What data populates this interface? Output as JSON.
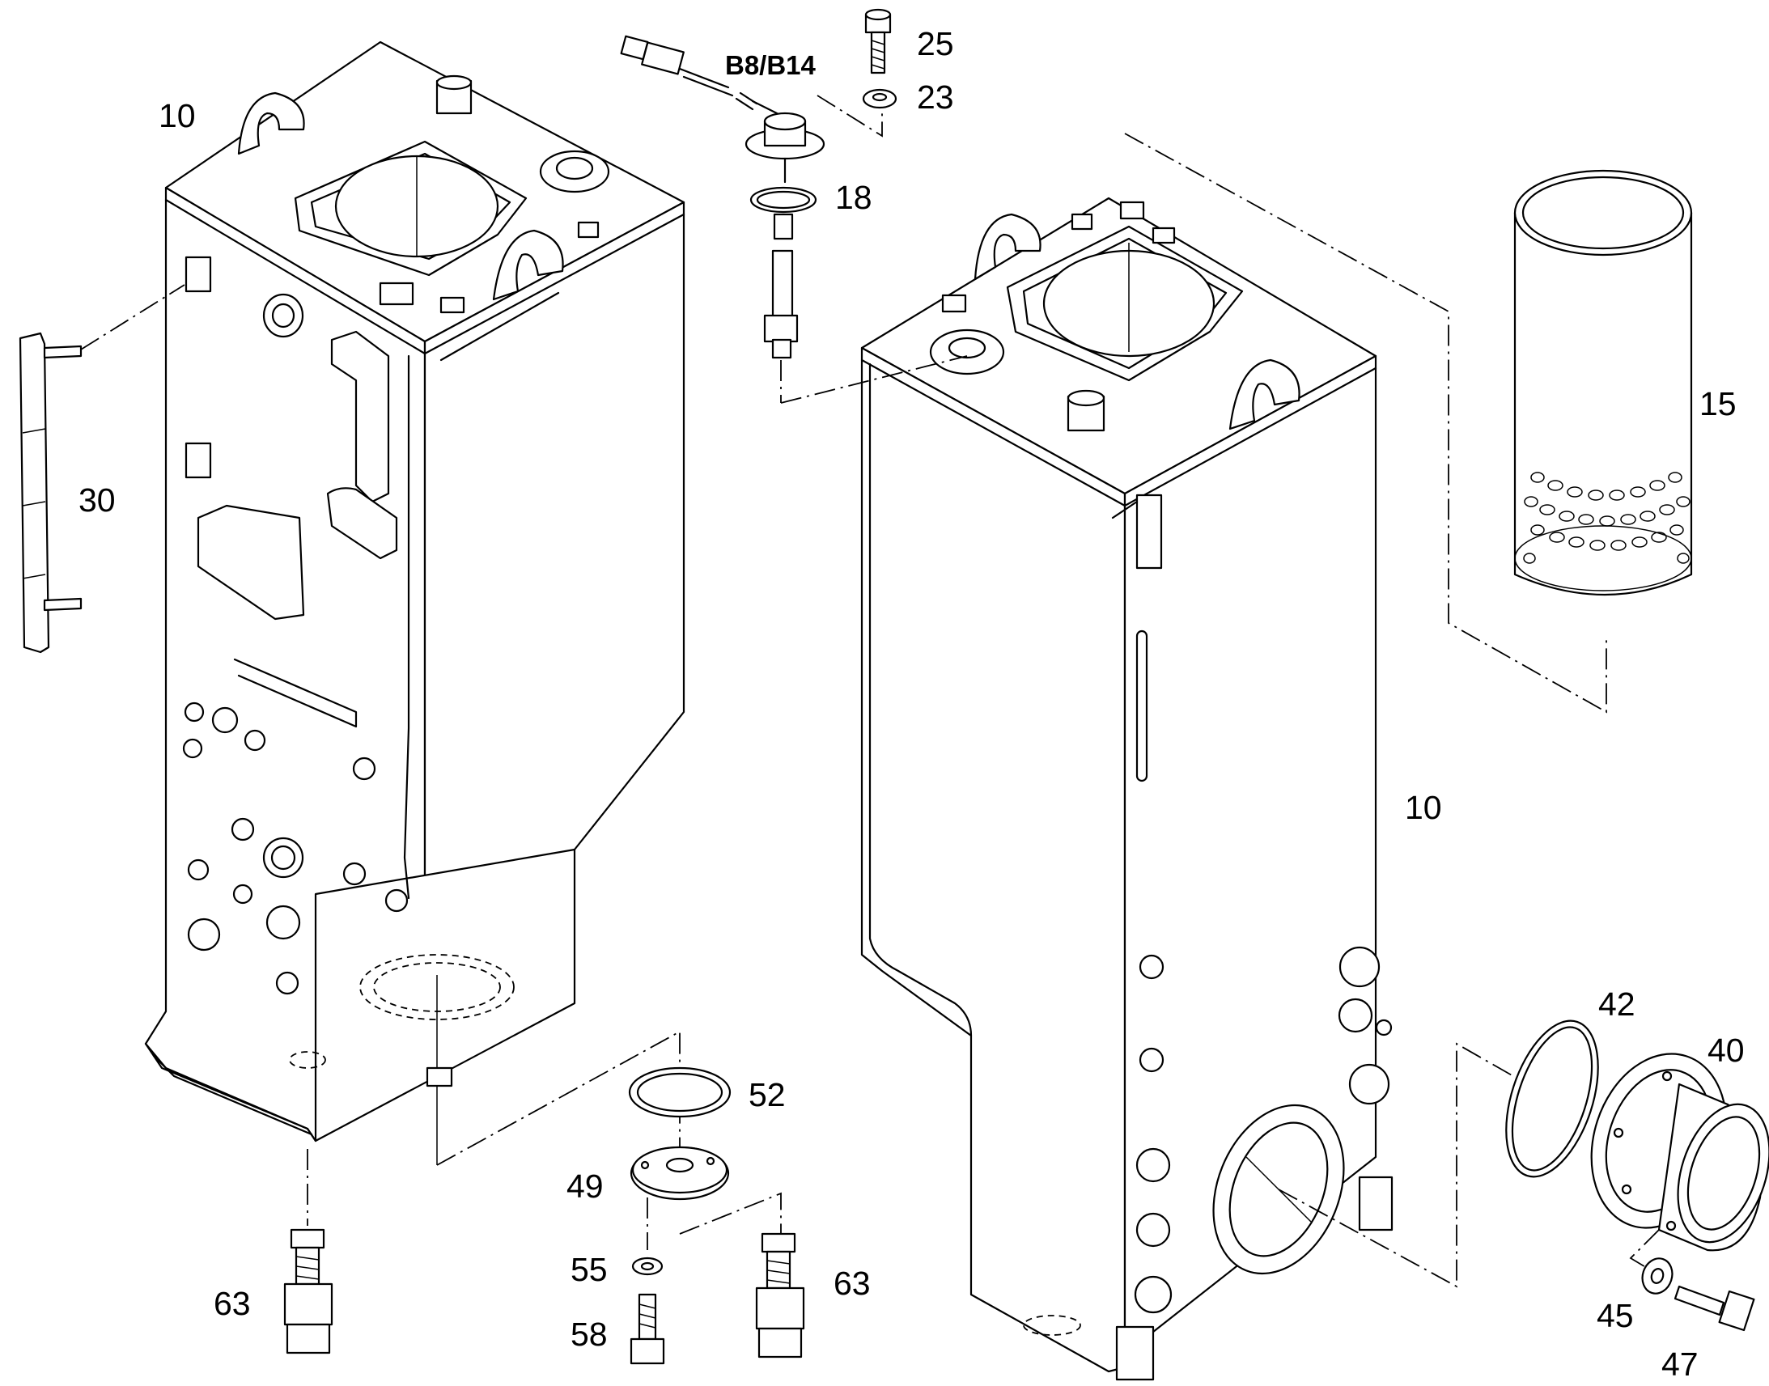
{
  "diagram": {
    "labels": {
      "tank_left": "10",
      "tank_right": "10",
      "sensor_part": "B8/B14",
      "screw_top": "25",
      "washer_top": "23",
      "sensor_tube": "18",
      "strainer": "15",
      "handle": "30",
      "o_ring_bottom": "52",
      "cover_plate": "49",
      "washer_small": "55",
      "bolt_small": "58",
      "plug_left": "63",
      "plug_center": "63",
      "o_ring_side": "42",
      "flange": "40",
      "washer_side": "45",
      "bolt_side": "47"
    }
  }
}
